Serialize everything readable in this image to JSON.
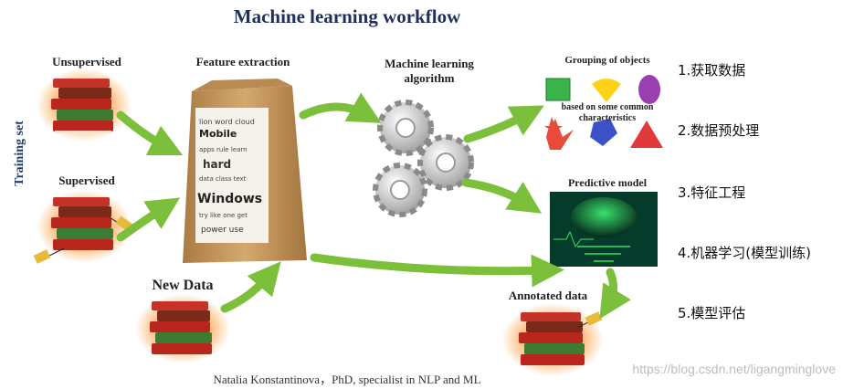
{
  "diagram": {
    "title": "Machine learning workflow",
    "training_set_label": "Training set",
    "unsupervised_label": "Unsupervised",
    "supervised_label": "Supervised",
    "feature_extraction_label": "Feature extraction",
    "new_data_label": "New Data",
    "ml_algorithm_label_line1": "Machine learning",
    "ml_algorithm_label_line2": "algorithm",
    "grouping_label": "Grouping of objects",
    "grouping_note_line1": "based on some common",
    "grouping_note_line2": "characteristics",
    "predictive_model_label": "Predictive model",
    "annotated_data_label": "Annotated data",
    "credit": "Natalia Konstantinova，PhD, specialist in NLP and ML"
  },
  "steps": [
    "1.获取数据",
    "2.数据预处理",
    "3.特征工程",
    "4.机器学习(模型训练)",
    "5.模型评估"
  ],
  "watermark": "https://blog.csdn.net/ligangminglove",
  "colors": {
    "arrow": "#7cbf3a",
    "title": "#1f2f5c",
    "book_red": "#b8261e",
    "book_green": "#3d7a32",
    "gear": "#c9c9c9",
    "bag": "#c79a5e",
    "model_bg": "#053b2a"
  }
}
